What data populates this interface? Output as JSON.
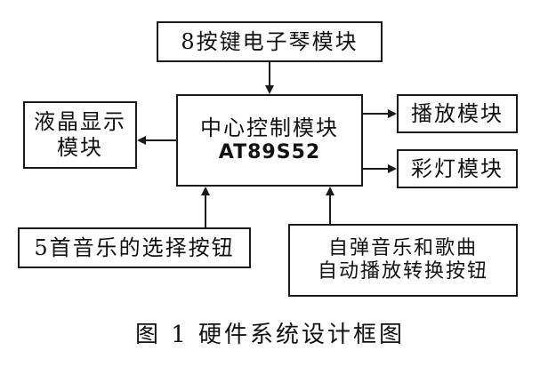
{
  "diagram": {
    "keyboard_module": "8按键电子琴模块",
    "control_module": {
      "line1": "中心控制模块",
      "line2": "AT89S52"
    },
    "lcd_module": {
      "line1": "液晶显示",
      "line2": "模块"
    },
    "play_module": "播放模块",
    "lights_module": "彩灯模块",
    "song_select_buttons": "5首音乐的选择按钮",
    "auto_play_switch": {
      "line1": "自弹音乐和歌曲",
      "line2": "自动播放转换按钮"
    },
    "caption": "图 1  硬件系统设计框图"
  }
}
